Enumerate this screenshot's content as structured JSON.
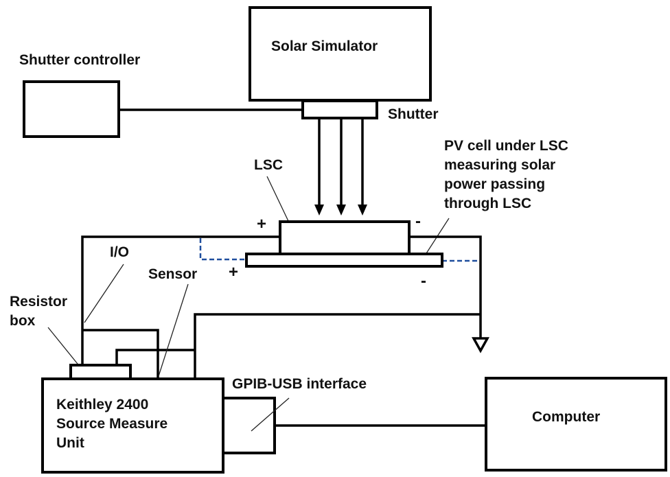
{
  "diagram": {
    "title": "LSC measurement setup",
    "colors": {
      "line": "#000000",
      "sense_wire": "#1f4e9e",
      "background": "#ffffff"
    },
    "components": {
      "solar_simulator": "Solar Simulator",
      "shutter_controller": "Shutter controller",
      "shutter": "Shutter",
      "lsc": "LSC",
      "pv_cell": [
        "PV cell under LSC",
        "measuring solar",
        "power passing",
        "through LSC"
      ],
      "io": "I/O",
      "sensor": "Sensor",
      "resistor_box": [
        "Resistor",
        "box"
      ],
      "keithley": [
        "Keithley 2400",
        "Source Measure",
        "Unit"
      ],
      "gpib": "GPIB-USB interface",
      "computer": "Computer"
    },
    "polarity": {
      "lsc_plus": "+",
      "lsc_minus": "-",
      "pv_plus": "+",
      "pv_minus": "-"
    },
    "icons": {
      "arrows": "light-arrow-down",
      "ground": "ground-triangle"
    }
  }
}
